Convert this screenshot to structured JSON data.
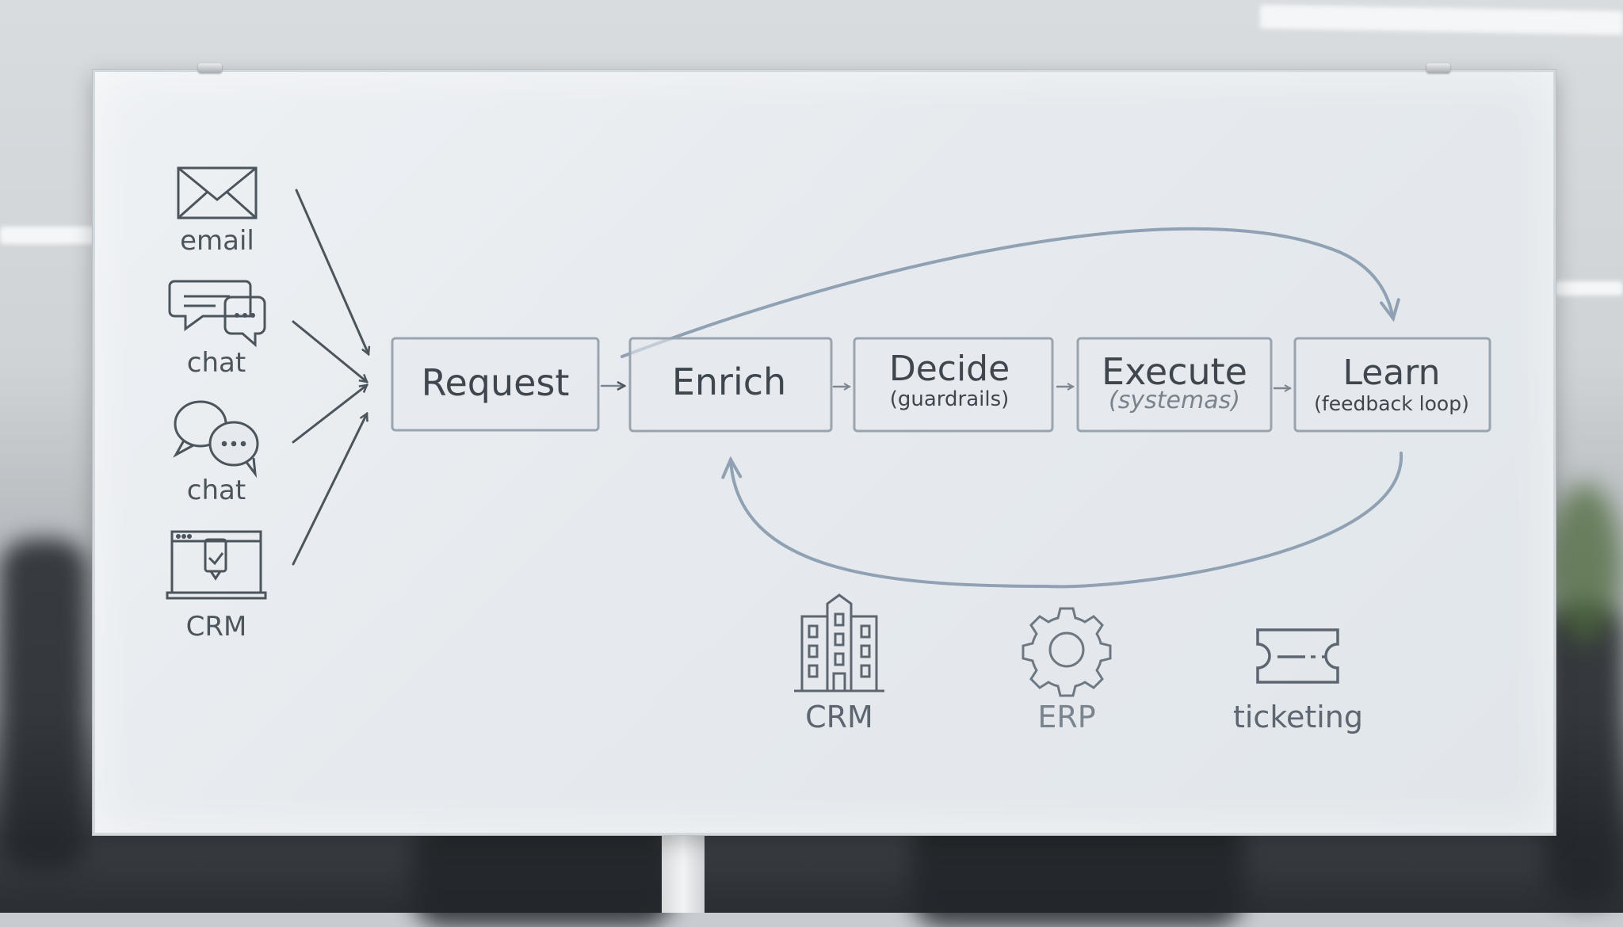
{
  "sources": [
    {
      "label": "email",
      "icon": "envelope-icon"
    },
    {
      "label": "chat",
      "icon": "chat-bubbles-icon"
    },
    {
      "label": "chat",
      "icon": "chat-dots-icon"
    },
    {
      "label": "CRM",
      "icon": "laptop-check-icon"
    }
  ],
  "stages": [
    {
      "title": "Request",
      "subtitle": ""
    },
    {
      "title": "Enrich",
      "subtitle": ""
    },
    {
      "title": "Decide",
      "subtitle": "(guardrails)"
    },
    {
      "title": "Execute",
      "subtitle": "(systemas)"
    },
    {
      "title": "Learn",
      "subtitle": "(feedback loop)"
    }
  ],
  "systems": [
    {
      "label": "CRM",
      "icon": "building-icon"
    },
    {
      "label": "ERP",
      "icon": "gear-icon"
    },
    {
      "label": "ticketing",
      "icon": "ticket-icon"
    }
  ],
  "colors": {
    "ink": "#4c545c",
    "box_border": "#9aa4ae",
    "loop_arrow": "#8fa1b2"
  }
}
